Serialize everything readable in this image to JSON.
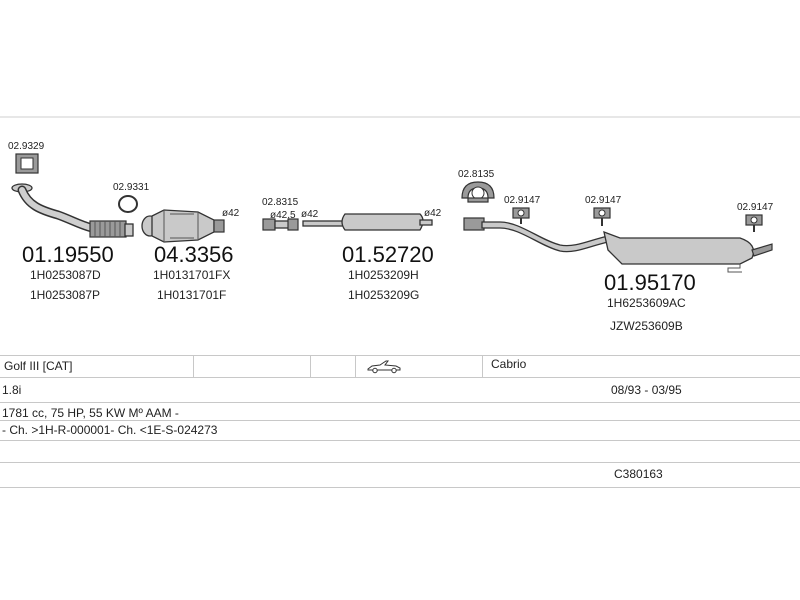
{
  "parts": [
    {
      "id": "flex",
      "refs": [
        "02.9329"
      ],
      "code": "01.19550",
      "oems": [
        "1H0253087D",
        "1H0253087P"
      ]
    },
    {
      "id": "cat",
      "refs": [
        "02.9331"
      ],
      "code": "04.3356",
      "oems": [
        "1H0131701FX",
        "1H0131701F"
      ],
      "dia": "ø42"
    },
    {
      "id": "mid",
      "refs": [
        "02.8315"
      ],
      "code": "01.52720",
      "oems": [
        "1H0253209H",
        "1H0253209G"
      ],
      "dia": [
        "ø42,5",
        "ø42",
        "ø42"
      ]
    },
    {
      "id": "rear",
      "refs": [
        "02.8135",
        "02.9147",
        "02.9147",
        "02.9147"
      ],
      "code": "01.95170",
      "oems": [
        "1H6253609AC",
        "JZW253609B"
      ]
    }
  ],
  "vehicle": {
    "model": "Golf III  [CAT]",
    "body": "Cabrio",
    "engine": "1.8i",
    "years": "08/93 - 03/95",
    "spec": "1781 cc, 75 HP, 55 KW Mº AAM -",
    "chassis": "- Ch. >1H-R-000001- Ch. <1E-S-024273",
    "system_code": "C380163"
  },
  "icons": {
    "car": "convertible-car-icon"
  }
}
